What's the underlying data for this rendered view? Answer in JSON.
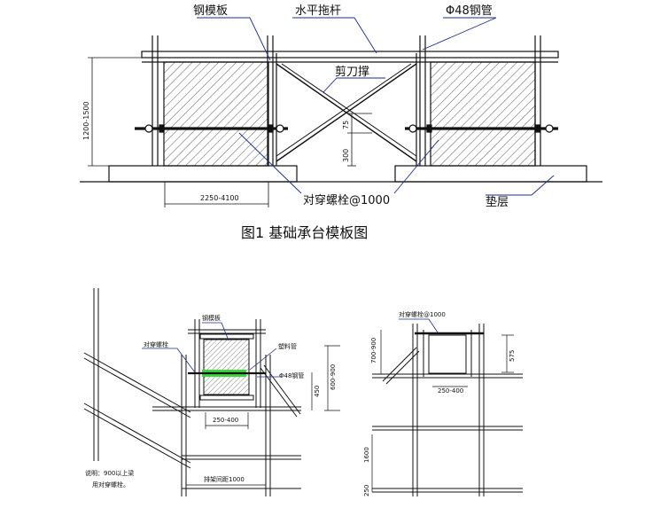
{
  "figure1": {
    "caption": "图1    基础承台模板图",
    "labels": {
      "steel_formwork": "钢模板",
      "horizontal_bar": "水平拖杆",
      "steel_pipe": "Φ48钢管",
      "scissor_brace": "剪刀撑",
      "tie_bolt": "对穿螺栓@1000",
      "cushion": "垫层"
    },
    "dims": {
      "height": "1200-1500",
      "span": "2250-4100",
      "d300": "300",
      "d75": "75"
    }
  },
  "figure2": {
    "labels": {
      "steel_formwork": "钢模板",
      "tie_bolt": "对穿螺栓",
      "plastic_pipe": "塑料管",
      "steel_pipe": "Φ48钢管",
      "note_line1": "说明：900以上梁",
      "note_line2": "用对穿螺栓。"
    },
    "dims": {
      "d600_900": "600-900",
      "d450": "450",
      "d250_400": "250-400",
      "rack_spacing": "排架间距1000"
    }
  },
  "figure3": {
    "labels": {
      "tie_bolt": "对穿螺栓@1000"
    },
    "dims": {
      "d700_900": "700-900",
      "d575": "575",
      "d250_400": "250-400",
      "d1600": "1600",
      "d250": "250"
    }
  },
  "colors": {
    "line": "#111111",
    "leader": "#1a2d8c",
    "plastic_pipe": "#3ad63a"
  }
}
